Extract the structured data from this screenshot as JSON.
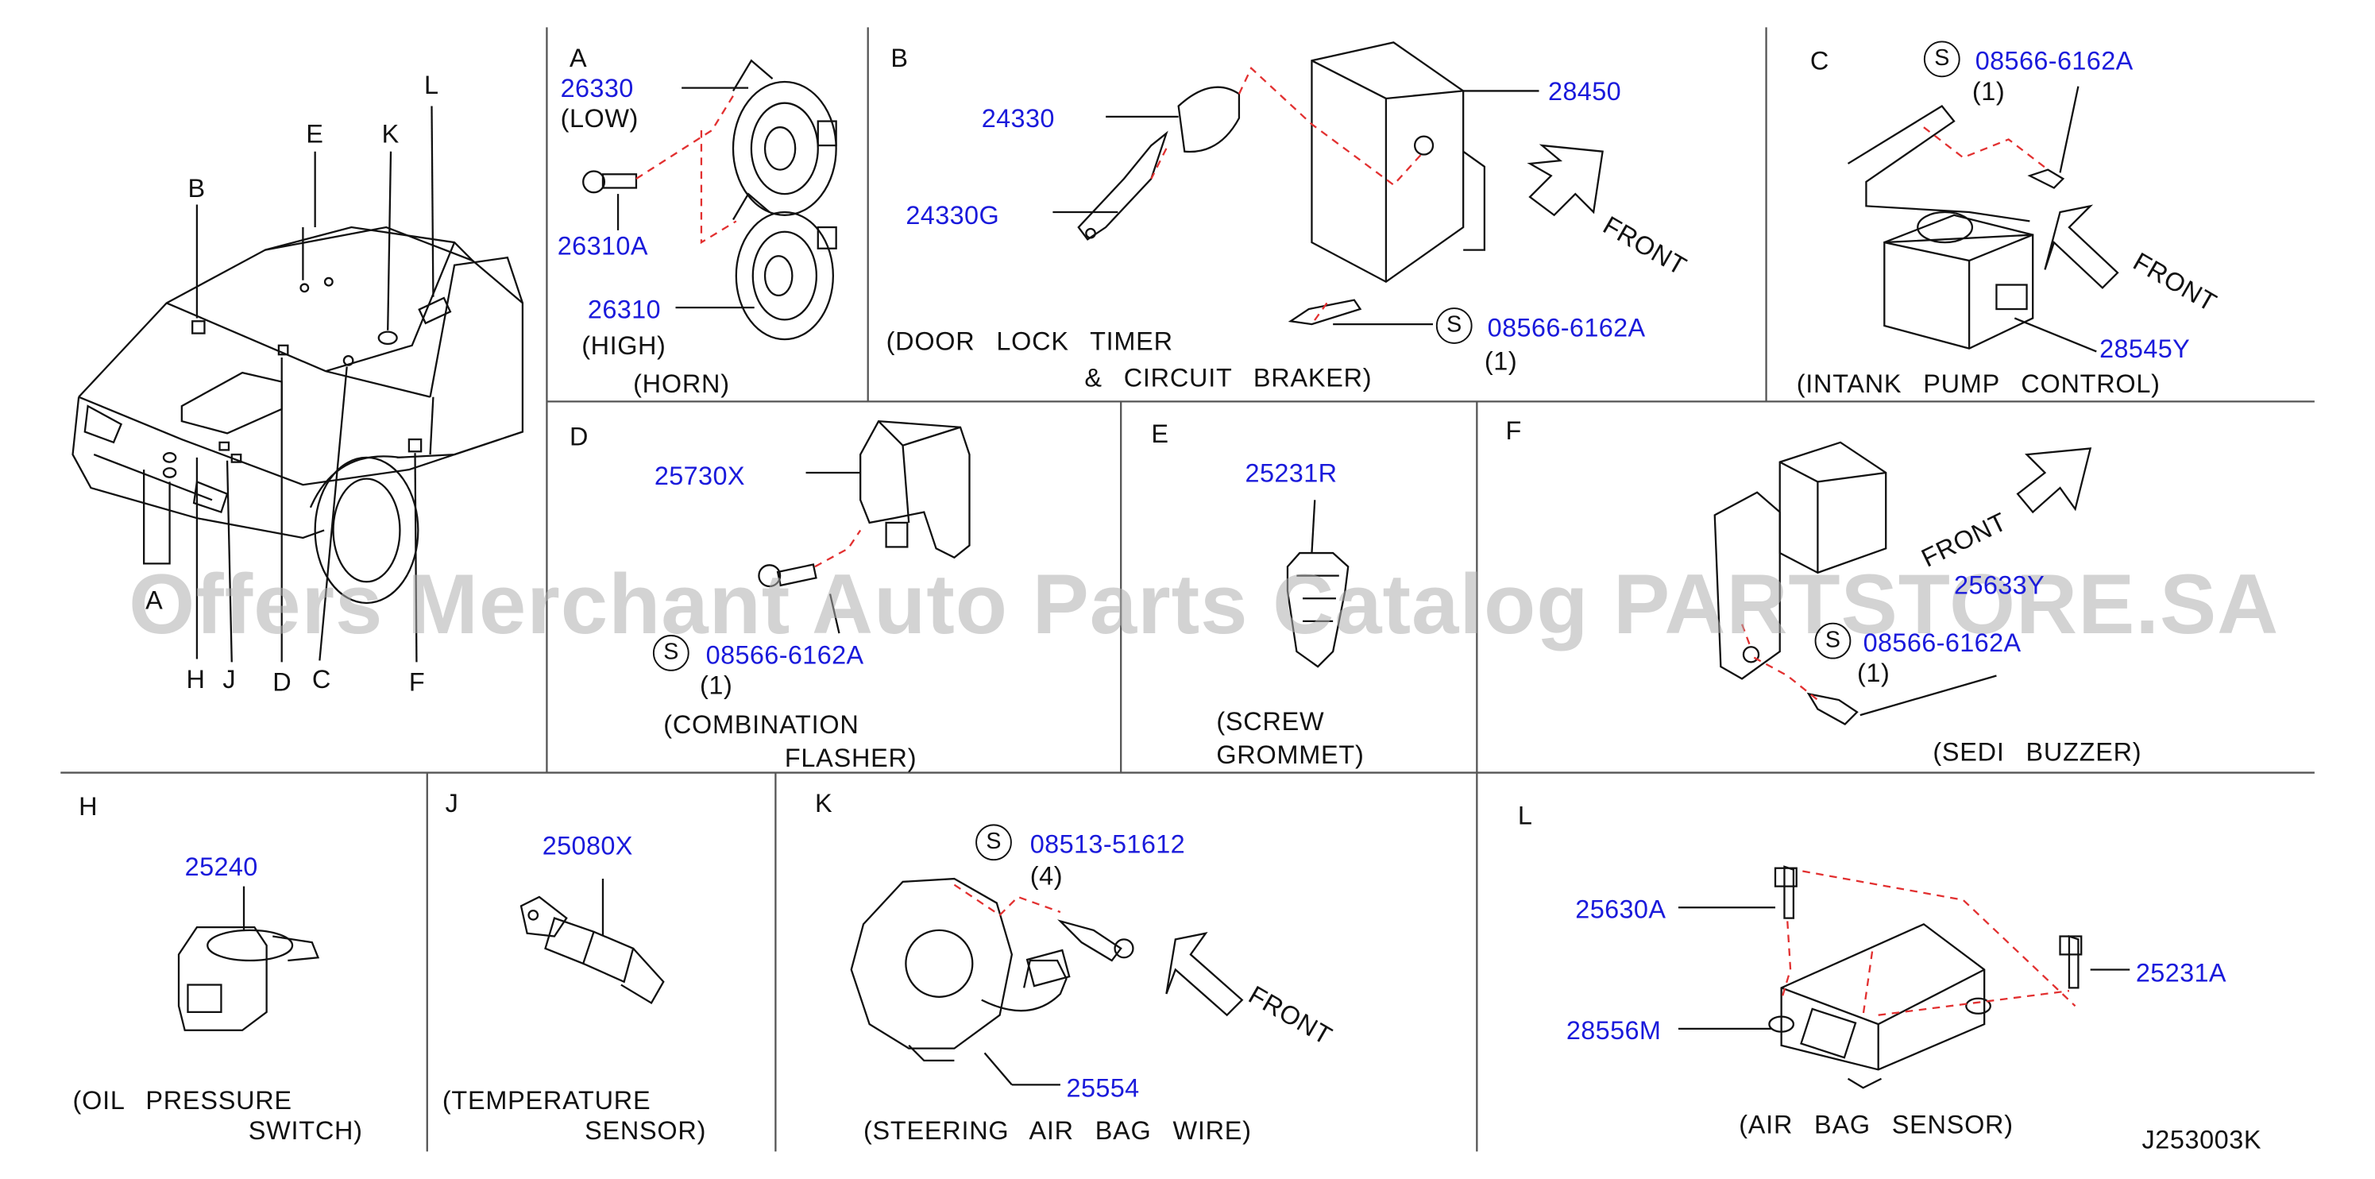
{
  "overview": {
    "letters": [
      "A",
      "B",
      "C",
      "D",
      "E",
      "F",
      "H",
      "J",
      "K",
      "L"
    ]
  },
  "sections": {
    "A": {
      "letter": "A",
      "parts": [
        "26330",
        "26310A",
        "26310"
      ],
      "notes": [
        "(LOW)",
        "(HIGH)"
      ],
      "caption": "(HORN)"
    },
    "B": {
      "letter": "B",
      "parts": [
        "24330",
        "24330G",
        "28450",
        "08566-6162A"
      ],
      "qty": "(1)",
      "caption1": "(DOOR  LOCK  TIMER",
      "caption2": "&  CIRCUIT  BRAKER)",
      "front": "FRONT"
    },
    "C": {
      "letter": "C",
      "parts": [
        "08566-6162A",
        "28545Y"
      ],
      "qty": "(1)",
      "caption": "(INTANK   PUMP          CONTROL)",
      "front": "FRONT"
    },
    "D": {
      "letter": "D",
      "parts": [
        "25730X",
        "08566-6162A"
      ],
      "qty": "(1)",
      "caption1": "(COMBINATION",
      "caption2": "FLASHER)"
    },
    "E": {
      "letter": "E",
      "parts": [
        "25231R"
      ],
      "caption1": "(SCREW",
      "caption2": "GROMMET)"
    },
    "F": {
      "letter": "F",
      "parts": [
        "25633Y",
        "08566-6162A"
      ],
      "qty": "(1)",
      "caption": "(SEDI  BUZZER)",
      "front": "FRONT"
    },
    "H": {
      "letter": "H",
      "parts": [
        "25240"
      ],
      "caption1": "(OIL  PRESSURE",
      "caption2": "SWITCH)"
    },
    "J": {
      "letter": "J",
      "parts": [
        "25080X"
      ],
      "caption1": "(TEMPERATURE",
      "caption2": "SENSOR)"
    },
    "K": {
      "letter": "K",
      "parts": [
        "08513-51612",
        "25554"
      ],
      "qty": "(4)",
      "caption": "(STEERING  AIR       BAG  WIRE)",
      "front": "FRONT"
    },
    "L": {
      "letter": "L",
      "parts": [
        "25630A",
        "25231A",
        "28556M"
      ],
      "caption": "(AIR  BAG  SENSOR)"
    }
  },
  "symbol_s": "S",
  "diagram_code": "J253003K",
  "watermark": "Offers Merchant Auto Parts Catalog PARTSTORE.SA",
  "colors": {
    "part_number": "#1a1adb",
    "dashed_lines": "#e23030",
    "lines": "#111111"
  }
}
